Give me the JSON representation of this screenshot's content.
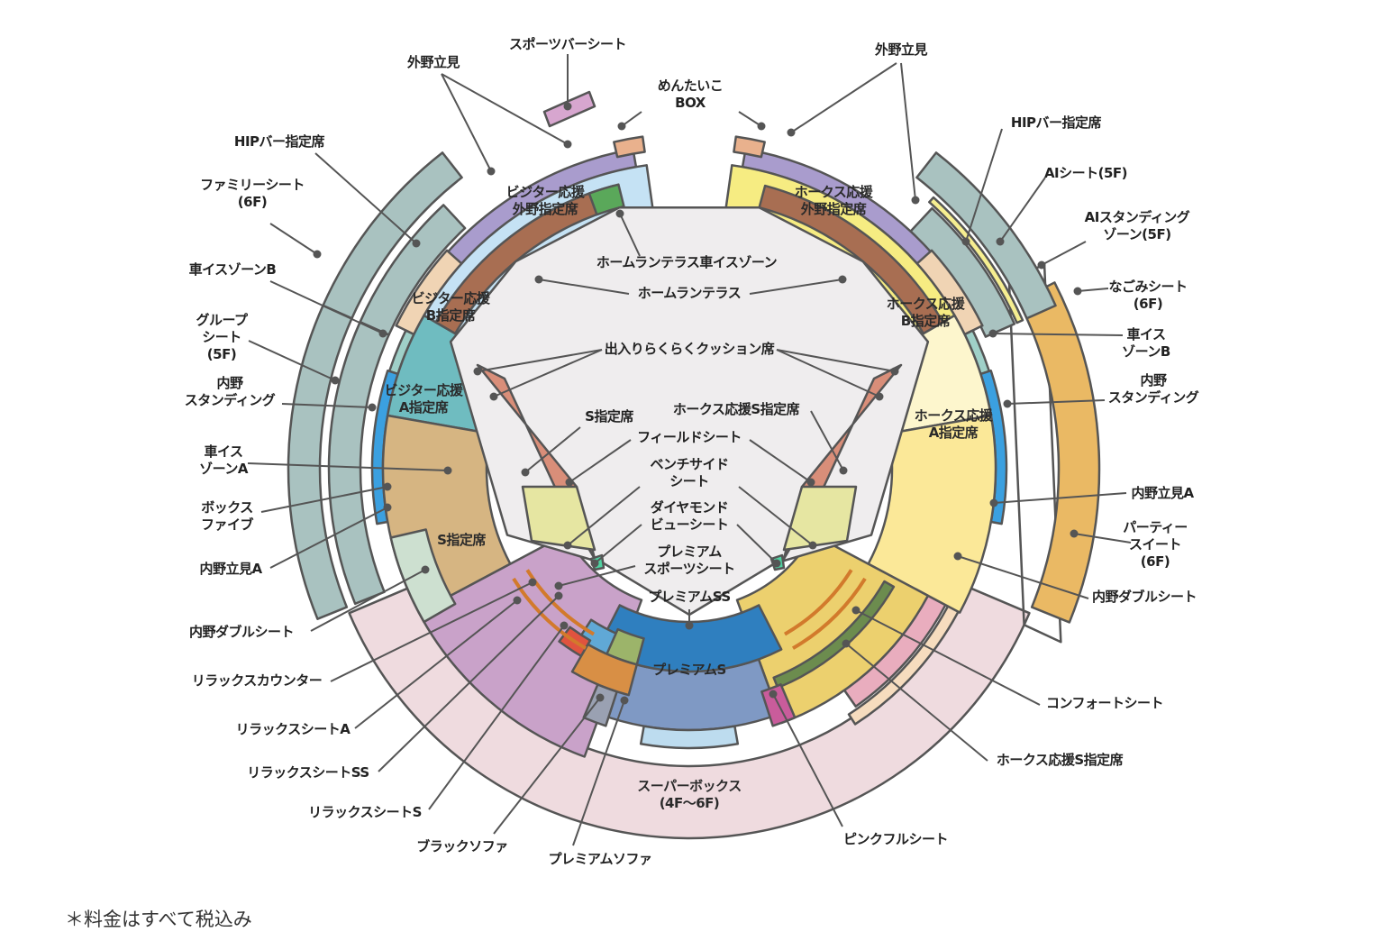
{
  "title": "座席表",
  "footnote": "＊料金はすべて税込み",
  "colors": {
    "outline": "#555555",
    "field": "#efedee",
    "visitor_outfield": "#c5e2f4",
    "hawks_outfield": "#f6ec82",
    "outfield_standing": "#a99ccd",
    "mentaiko_box": "#e9b18d",
    "sports_bar": "#d7a6cf",
    "hip_bar": "#f0d4b4",
    "family_seat": "#a9c2c0",
    "visitor_b": "#6fbcc0",
    "visitor_a": "#d6b582",
    "hawks_b": "#fdf6cd",
    "hawks_a": "#fbe898",
    "homerun_terrace": "#a86e52",
    "homerun_wheelchair": "#5aa85a",
    "wheelchair_b": "#9fd0c8",
    "infield_standing": "#3ba0e0",
    "s_reserved": "#c9a2c9",
    "hawks_s": "#ecd06e",
    "field_seat": "#d98e79",
    "bench_side": "#e6e6a2",
    "premium_sports": "#4fd1a0",
    "premium_ss": "#2f7fbf",
    "premium_s": "#7f99c4",
    "premium_sofa": "#bddcef",
    "black_sofa": "#9aa1b2",
    "pink_full": "#c95c9b",
    "relax_counter": "#60a8d6",
    "relax_a": "#e0533f",
    "relax_ss": "#9cb46a",
    "relax_s": "#d88f45",
    "box_five": "#cde0d0",
    "infield_tachimi": "#f6dcbe",
    "infield_double": "#e9adbe",
    "super_box": "#efdbdf",
    "party_suite": "#eab964",
    "comfort": "#6c8c4e",
    "ai_seat": "#f6ee90",
    "cushion_line": "#d27a2c"
  },
  "section_labels": {
    "visitor_outfield": [
      "ビジター応援",
      "外野指定席"
    ],
    "hawks_outfield": [
      "ホークス応援",
      "外野指定席"
    ],
    "visitor_b": [
      "ビジター応援",
      "B指定席"
    ],
    "visitor_a": [
      "ビジター応援",
      "A指定席"
    ],
    "hawks_b": [
      "ホークス応援",
      "B指定席"
    ],
    "hawks_a": [
      "ホークス応援",
      "A指定席"
    ],
    "s_reserved": [
      "S指定席"
    ],
    "premium_s": [
      "プレミアムS"
    ],
    "super_box": [
      "スーパーボックス",
      "(4F〜6F)"
    ]
  },
  "callouts": {
    "sports_bar": [
      "スポーツバーシート"
    ],
    "outfield_standing_left": [
      "外野立見"
    ],
    "outfield_standing_right": [
      "外野立見"
    ],
    "mentaiko_box": [
      "めんたいこ",
      "BOX"
    ],
    "hip_bar_left": [
      "HIPバー指定席"
    ],
    "hip_bar_right": [
      "HIPバー指定席"
    ],
    "family_seat": [
      "ファミリーシート",
      "(6F)"
    ],
    "wheelchair_b_left": [
      "車イスゾーンB"
    ],
    "group_seat": [
      "グループ",
      "シート",
      "(5F)"
    ],
    "infield_standing_left": [
      "内野",
      "スタンディング"
    ],
    "wheelchair_a": [
      "車イス",
      "ゾーンA"
    ],
    "box_five": [
      "ボックス",
      "ファイブ"
    ],
    "infield_tachimi_left": [
      "内野立見A"
    ],
    "infield_double_left": [
      "内野ダブルシート"
    ],
    "relax_counter": [
      "リラックスカウンター"
    ],
    "relax_a": [
      "リラックスシートA"
    ],
    "relax_ss": [
      "リラックスシートSS"
    ],
    "relax_s": [
      "リラックスシートS"
    ],
    "black_sofa": [
      "ブラックソファ"
    ],
    "premium_sofa": [
      "プレミアムソファ"
    ],
    "pink_full": [
      "ピンクフルシート"
    ],
    "hawks_s_outer": [
      "ホークス応援S指定席"
    ],
    "comfort": [
      "コンフォートシート"
    ],
    "infield_double_right": [
      "内野ダブルシート"
    ],
    "party_suite": [
      "パーティー",
      "スイート",
      "(6F)"
    ],
    "infield_tachimi_right": [
      "内野立見A"
    ],
    "infield_standing_right": [
      "内野",
      "スタンディング"
    ],
    "wheelchair_b_right": [
      "車イス",
      "ゾーンB"
    ],
    "nagomi": [
      "なごみシート",
      "(6F)"
    ],
    "ai_standing": [
      "AIスタンディング",
      "ゾーン(5F)"
    ],
    "ai_seat": [
      "AIシート(5F)"
    ],
    "homerun_wheelchair": [
      "ホームランテラス車イスゾーン"
    ],
    "homerun_terrace": [
      "ホームランテラス"
    ],
    "cushion": [
      "出入りらくらくクッション席"
    ],
    "s_reserved_inner": [
      "S指定席"
    ],
    "hawks_s_inner": [
      "ホークス応援S指定席"
    ],
    "field_seat": [
      "フィールドシート"
    ],
    "bench_side": [
      "ベンチサイド",
      "シート"
    ],
    "diamond_view": [
      "ダイヤモンド",
      "ビューシート"
    ],
    "premium_sports": [
      "プレミアム",
      "スポーツシート"
    ],
    "premium_ss": [
      "プレミアムSS"
    ]
  }
}
